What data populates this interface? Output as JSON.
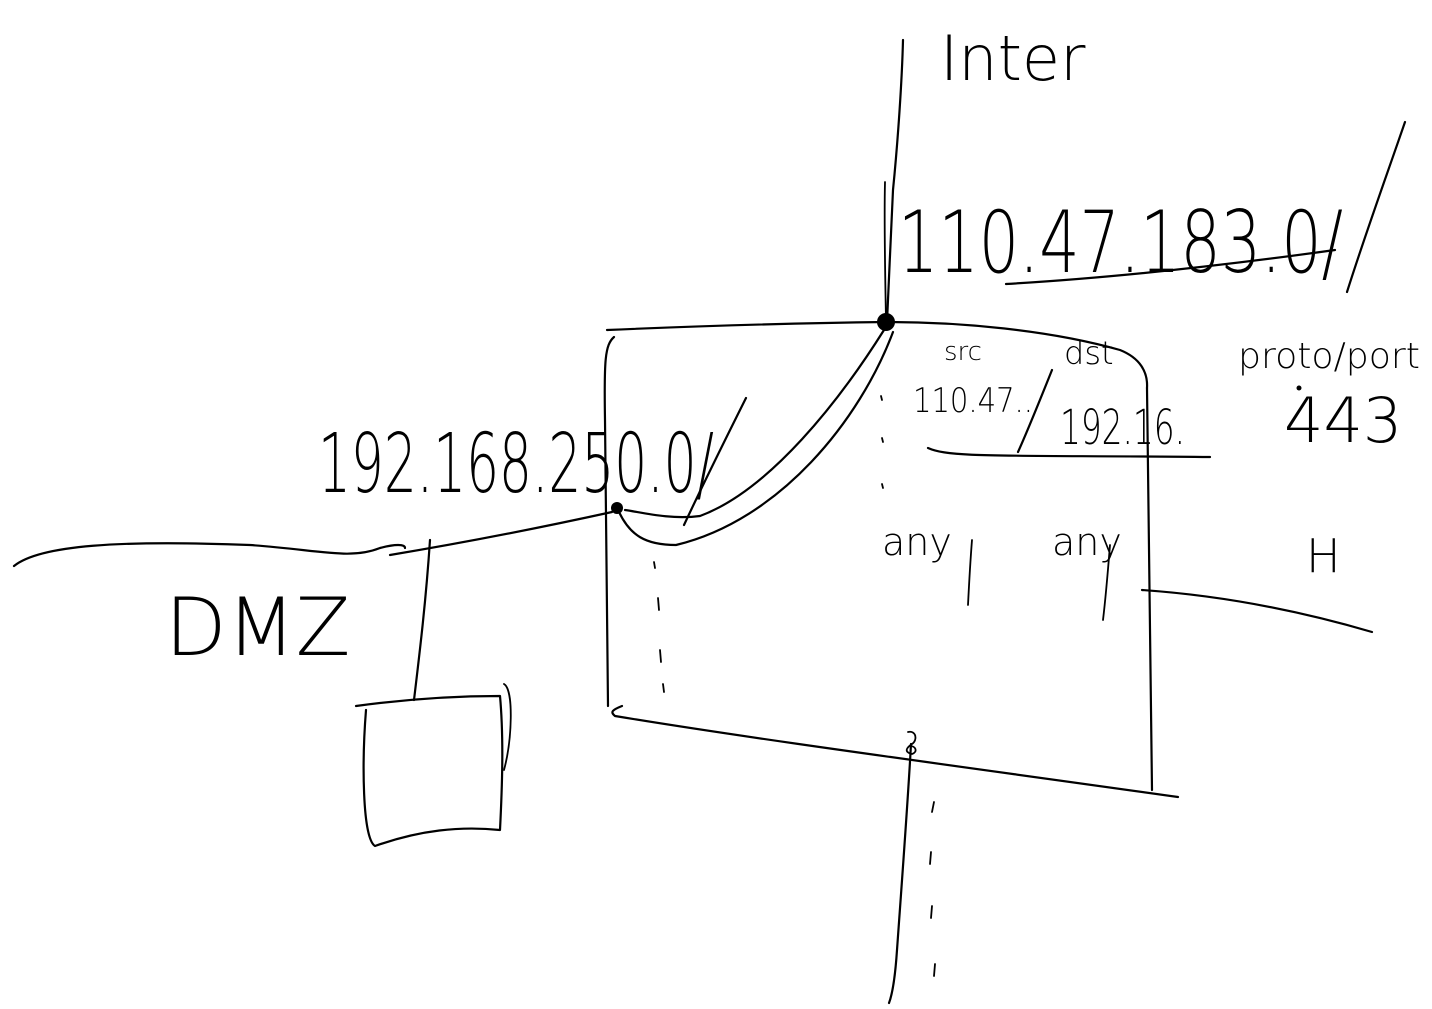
{
  "labels": {
    "internet": "Inter",
    "internet_subnet": "110.47.183.0/",
    "dmz_subnet": "192.168.250.0/",
    "dmz": "DMZ",
    "rule_src_header": "src",
    "rule_dst_header": "dst",
    "rule_port_header": "proto/port",
    "rule_src_value": "110.47..",
    "rule_dst_value": "192.16.",
    "rule_port_value": "443",
    "rule2_src_value": "any",
    "rule2_dst_value": "any",
    "right_zone_label": "H"
  },
  "colors": {
    "ink": "#000000",
    "paper": "#ffffff"
  }
}
